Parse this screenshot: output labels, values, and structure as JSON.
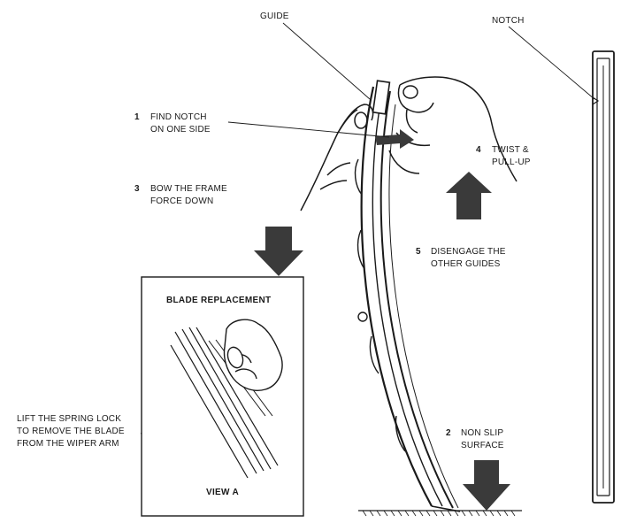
{
  "labels": {
    "guide": "GUIDE",
    "notch": "NOTCH",
    "step1_num": "1",
    "step1_line1": "FIND NOTCH",
    "step1_line2": "ON ONE SIDE",
    "step2_num": "2",
    "step2_line1": "NON SLIP",
    "step2_line2": "SURFACE",
    "step3_num": "3",
    "step3_line1": "BOW THE FRAME",
    "step3_line2": "FORCE DOWN",
    "step4_num": "4",
    "step4_line1": "TWIST &",
    "step4_line2": "PULL-UP",
    "step5_num": "5",
    "step5_line1": "DISENGAGE THE",
    "step5_line2": "OTHER GUIDES"
  },
  "inset": {
    "title": "BLADE REPLACEMENT",
    "caption": "VIEW A",
    "callout_line1": "LIFT THE SPRING LOCK",
    "callout_line2": "TO REMOVE THE BLADE",
    "callout_line3": "FROM THE WIPER ARM"
  },
  "colors": {
    "ink": "#1a1a1a",
    "arrow": "#3a3a3a",
    "paper": "#ffffff"
  }
}
